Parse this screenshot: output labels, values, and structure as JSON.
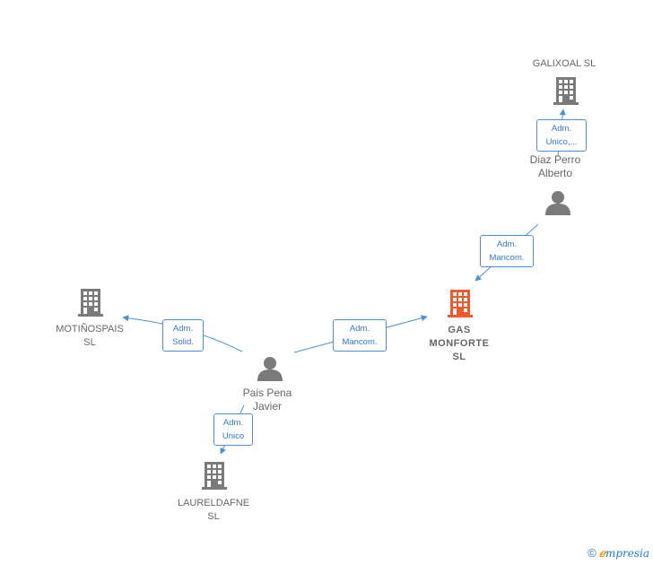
{
  "colors": {
    "company": "#7a7a7a",
    "main_company": "#f0592a",
    "person": "#7a7a7a",
    "edge": "#4a90d9"
  },
  "nodes": {
    "galixoal": {
      "name": "GALIXOAL  SL",
      "icon": "building-icon"
    },
    "gas_monforte": {
      "name_line1": "GAS",
      "name_line2": "MONFORTE",
      "name_line3": "SL",
      "icon": "building-icon"
    },
    "motinospais": {
      "name_line1": "MOTIÑOSPAIS",
      "name_line2": "SL",
      "icon": "building-icon"
    },
    "laureldafne": {
      "name_line1": "LAURELDAFNE",
      "name_line2": "SL",
      "icon": "building-icon"
    },
    "diaz_perro": {
      "name_line1": "Diaz Perro",
      "name_line2": "Alberto",
      "icon": "person-icon"
    },
    "pais_pena": {
      "name_line1": "Pais Pena",
      "name_line2": "Javier",
      "icon": "person-icon"
    }
  },
  "edges": {
    "diaz_to_galixoal": {
      "line1": "Adm.",
      "line2": "Unico,..."
    },
    "diaz_to_gas": {
      "line1": "Adm.",
      "line2": "Mancom."
    },
    "pais_to_gas": {
      "line1": "Adm.",
      "line2": "Mancom."
    },
    "pais_to_motinospais": {
      "line1": "Adm.",
      "line2": "Solid."
    },
    "pais_to_laureldafne": {
      "line1": "Adm.",
      "line2": "Unico"
    }
  },
  "brand": {
    "copyright": "©",
    "e": "ℯ",
    "rest": "mpresia"
  }
}
